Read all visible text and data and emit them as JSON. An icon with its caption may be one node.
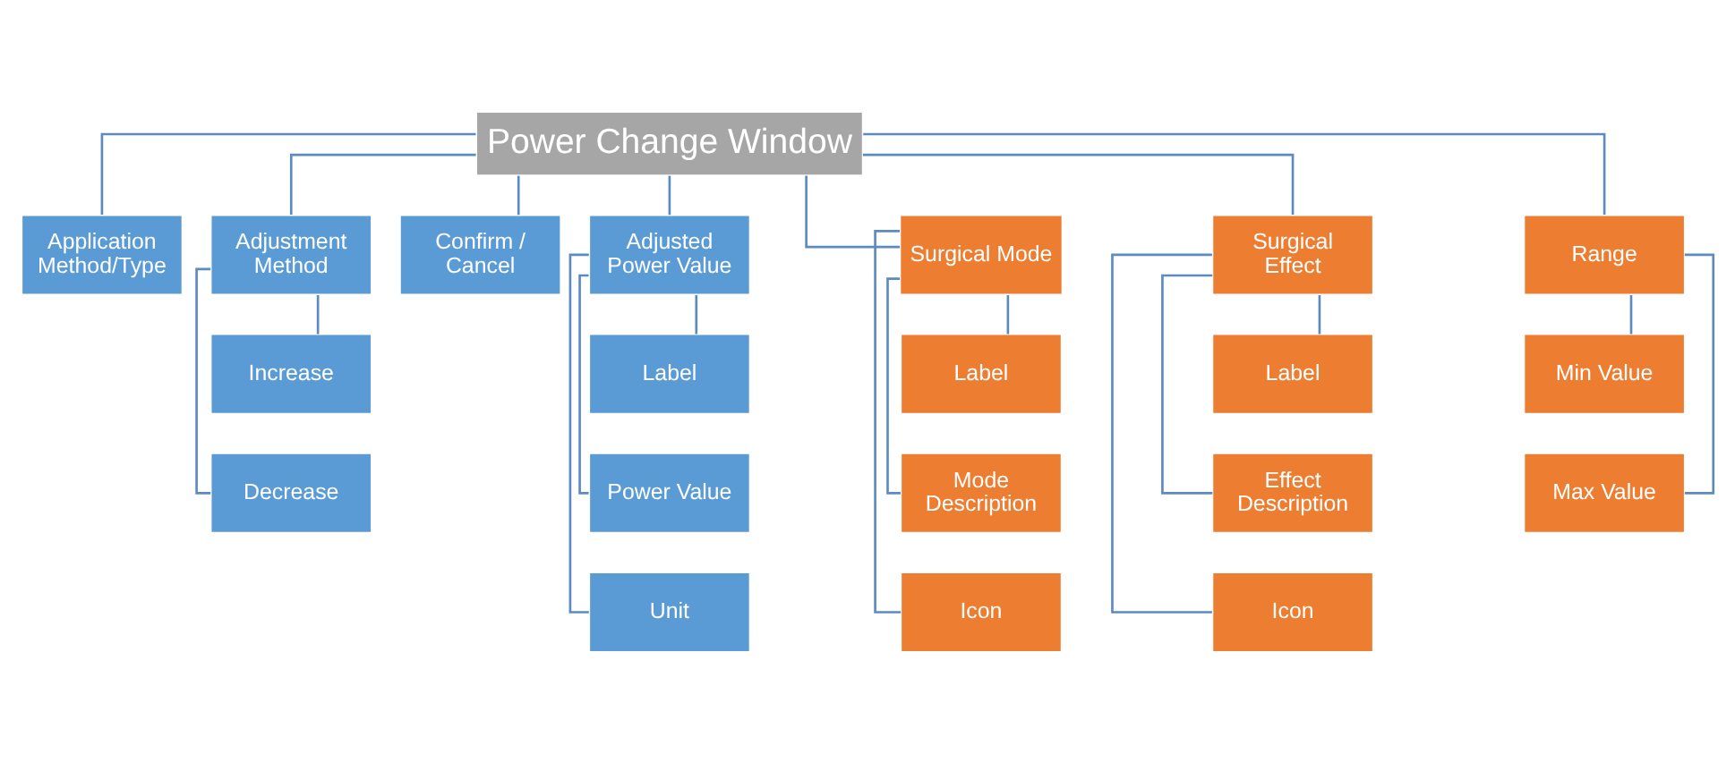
{
  "diagram": {
    "nodes": [
      {
        "text": [
          "Power Change Window"
        ]
      },
      {
        "text": [
          "Application Method/Type"
        ]
      },
      {
        "text": [
          "Adjustment Method"
        ]
      },
      {
        "text": [
          "Confirm / Cancel"
        ]
      },
      {
        "text": [
          "Adjusted Power Value"
        ]
      },
      {
        "text": [
          "Surgical Mode"
        ]
      },
      {
        "text": [
          "Surgical Effect"
        ]
      },
      {
        "text": [
          "Range"
        ]
      },
      {
        "text": [
          "Increase"
        ]
      },
      {
        "text": [
          "Decrease"
        ]
      },
      {
        "text": [
          "Label"
        ]
      },
      {
        "text": [
          "Power Value"
        ]
      },
      {
        "text": [
          "Unit"
        ]
      },
      {
        "text": [
          "Label"
        ]
      },
      {
        "text": [
          "Mode Description"
        ]
      },
      {
        "text": [
          "Icon"
        ]
      },
      {
        "text": [
          "Label"
        ]
      },
      {
        "text": [
          "Effect Description"
        ]
      },
      {
        "text": [
          "Icon"
        ]
      },
      {
        "text": [
          "Min Value"
        ]
      },
      {
        "text": [
          "Max Value"
        ]
      }
    ],
    "edges": [
      {
        "from": 0,
        "to": 1,
        "arrow": "none"
      },
      {
        "from": 0,
        "to": 2,
        "arrow": "none"
      },
      {
        "from": 0,
        "to": 3,
        "arrow": "none"
      },
      {
        "from": 0,
        "to": 4,
        "arrow": "none"
      },
      {
        "from": 0,
        "to": 5,
        "arrow": "none"
      },
      {
        "from": 0,
        "to": 6,
        "arrow": "none"
      },
      {
        "from": 0,
        "to": 7,
        "arrow": "none"
      },
      {
        "from": 2,
        "to": 8,
        "arrow": "none"
      },
      {
        "from": 2,
        "to": 9,
        "arrow": "none"
      },
      {
        "from": 4,
        "to": 10,
        "arrow": "none"
      },
      {
        "from": 4,
        "to": 11,
        "arrow": "none"
      },
      {
        "from": 4,
        "to": 12,
        "arrow": "none"
      },
      {
        "from": 5,
        "to": 13,
        "arrow": "none"
      },
      {
        "from": 5,
        "to": 14,
        "arrow": "none"
      },
      {
        "from": 5,
        "to": 15,
        "arrow": "none"
      },
      {
        "from": 6,
        "to": 16,
        "arrow": "none"
      },
      {
        "from": 6,
        "to": 17,
        "arrow": "none"
      },
      {
        "from": 6,
        "to": 18,
        "arrow": "none"
      },
      {
        "from": 7,
        "to": 19,
        "arrow": "none"
      },
      {
        "from": 7,
        "to": 20,
        "arrow": "none"
      }
    ]
  }
}
